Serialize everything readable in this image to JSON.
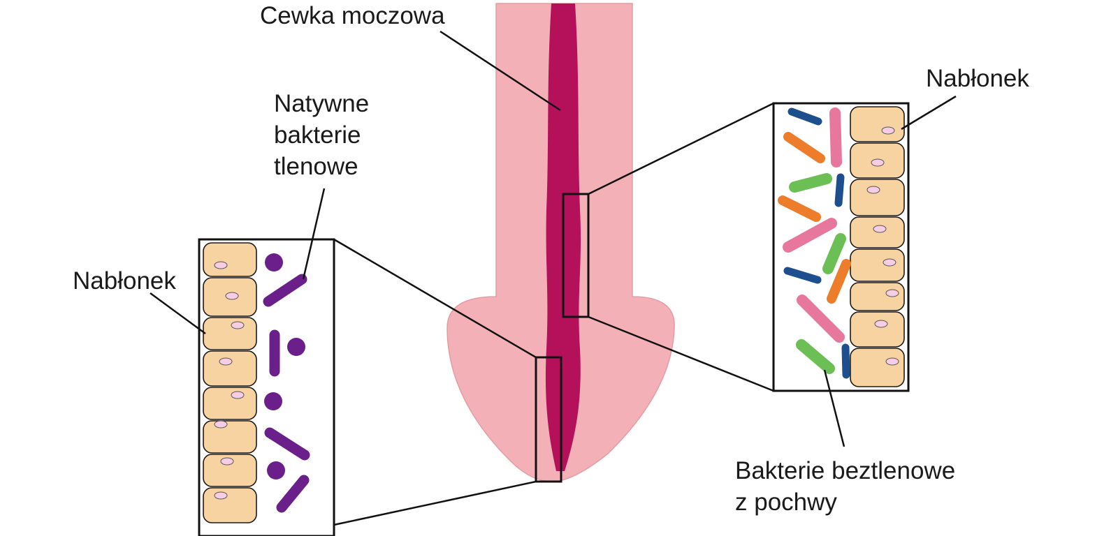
{
  "labels": {
    "urethra": "Cewka moczowa",
    "aerobic_line1": "Natywne",
    "aerobic_line2": "bakterie",
    "aerobic_line3": "tlenowe",
    "epithelium_left": "Nabłonek",
    "epithelium_right": "Nabłonek",
    "anaerobic_line1": "Bakterie beztlenowe",
    "anaerobic_line2": "z pochwy"
  },
  "colors": {
    "background": "#ffffff",
    "tissue": "#f3b1b7",
    "urethra": "#b5115a",
    "cell_fill": "#f8d3a2",
    "nucleus": "#f6cde3",
    "aerobic_bacteria": "#6b1f8a",
    "anaerobic_blue": "#1d4f8f",
    "anaerobic_orange": "#ee7d2b",
    "anaerobic_pink": "#e8779e",
    "anaerobic_green": "#6cbf55"
  }
}
